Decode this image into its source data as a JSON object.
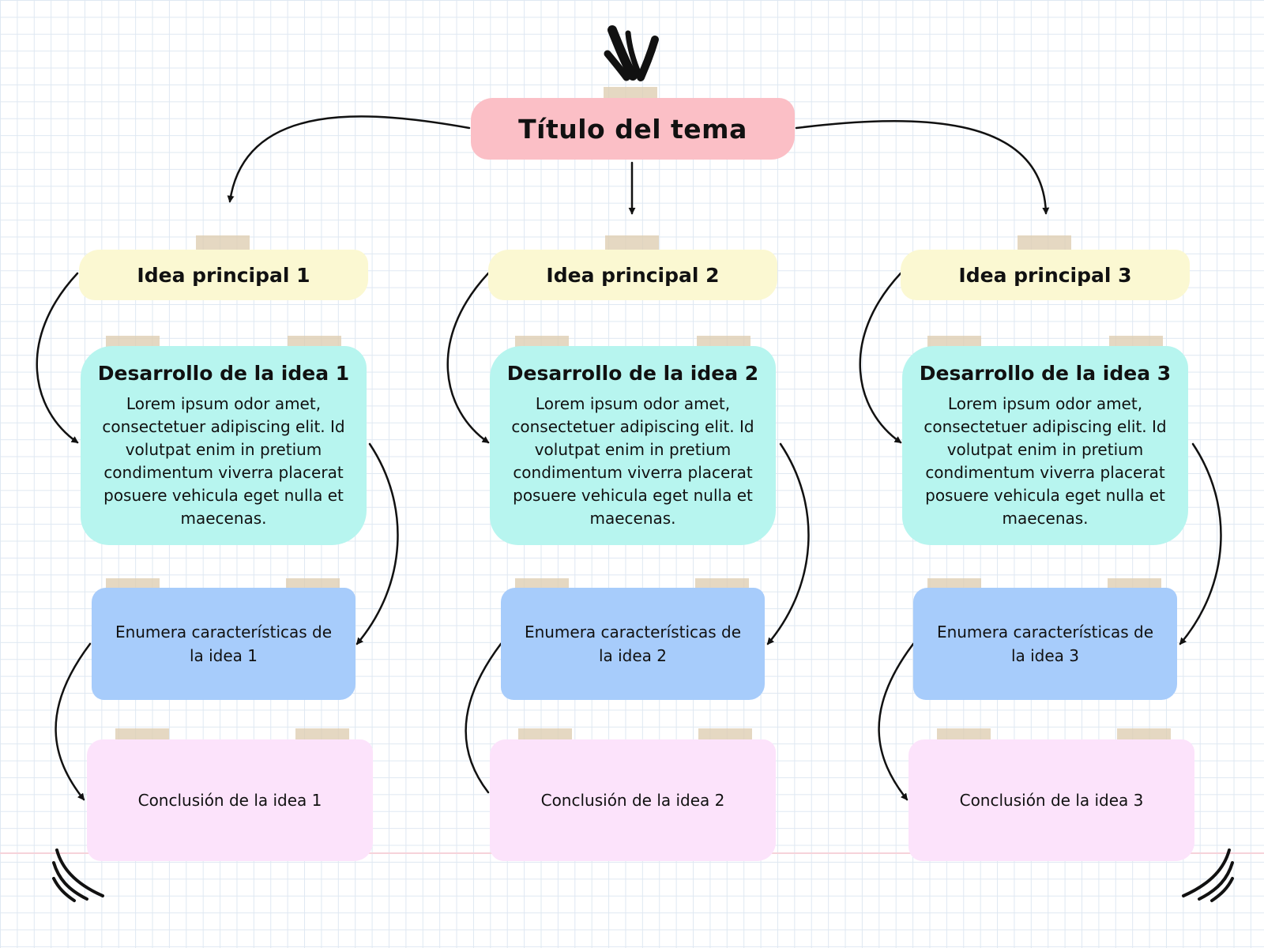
{
  "diagram": {
    "title": "Título del tema",
    "columns": [
      {
        "idea": "Idea principal 1",
        "development_title": "Desarrollo de la idea 1",
        "development_text": "Lorem ipsum odor amet, consectetuer adipiscing elit. Id volutpat enim in pretium condimentum viverra placerat posuere vehicula eget nulla et maecenas.",
        "features": "Enumera características de la idea 1",
        "conclusion": "Conclusión de la idea 1"
      },
      {
        "idea": "Idea principal 2",
        "development_title": "Desarrollo de la idea 2",
        "development_text": "Lorem ipsum odor amet, consectetuer adipiscing elit. Id volutpat enim in pretium condimentum viverra placerat posuere vehicula eget nulla et maecenas.",
        "features": "Enumera características de la idea 2",
        "conclusion": "Conclusión de la idea 2"
      },
      {
        "idea": "Idea principal 3",
        "development_title": "Desarrollo de la idea 3",
        "development_text": "Lorem ipsum odor amet, consectetuer adipiscing elit. Id volutpat enim in pretium condimentum viverra placerat posuere vehicula eget nulla et maecenas.",
        "features": "Enumera características de la idea 3",
        "conclusion": "Conclusión de la idea 3"
      }
    ]
  },
  "colors": {
    "title": "#fbbfc6",
    "idea": "#fbf8d2",
    "development": "#b7f5ef",
    "features": "#a7ccfb",
    "conclusion": "#fce3fb",
    "tape": "#decdb1",
    "grid": "#dfe8f2"
  }
}
